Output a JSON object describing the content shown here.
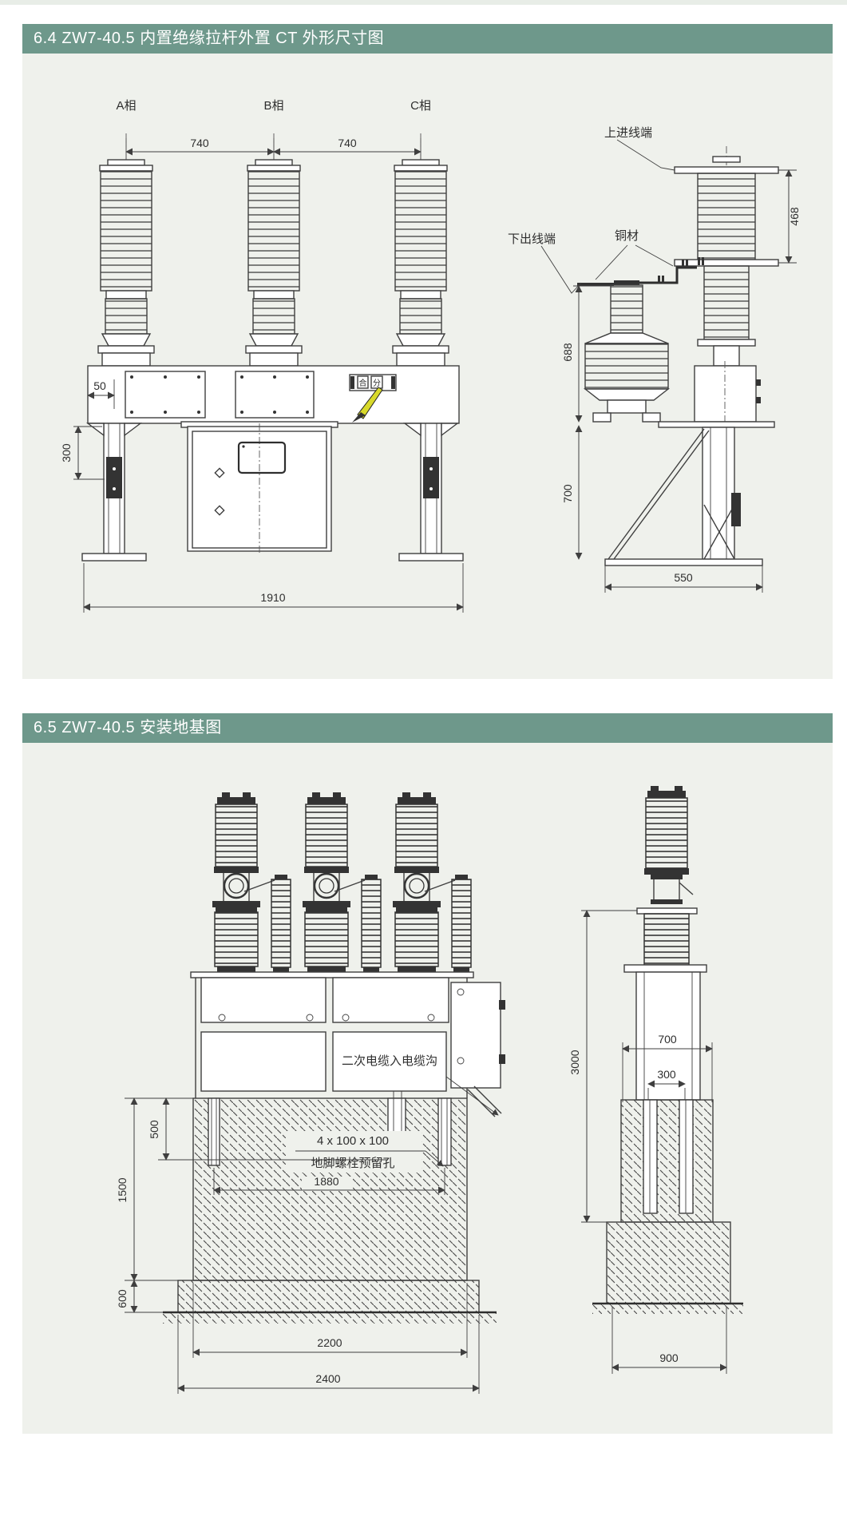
{
  "page": {
    "sections": [
      {
        "title": "6.4 ZW7-40.5 内置绝缘拉杆外置 CT 外形尺寸图"
      },
      {
        "title": "6.5 ZW7-40.5 安装地基图"
      }
    ]
  },
  "colors": {
    "header_bg": "#6e988b",
    "panel_bg": "#eff1ec",
    "line": "#3f3f3f",
    "lever_yellow": "#d8d92b"
  },
  "d1": {
    "phases": {
      "a": "A相",
      "b": "B相",
      "c": "C相"
    },
    "dims": {
      "s1": "740",
      "s2": "740",
      "off": "50",
      "leg": "300",
      "total": "1910",
      "upper": "468",
      "ct": "688",
      "frame": "700",
      "base": "550"
    },
    "labels": {
      "top_terminal": "上进线端",
      "bottom_terminal": "下出线端",
      "copper": "铜材",
      "close": "合",
      "open": "分"
    }
  },
  "d2": {
    "dims": {
      "trench": "500",
      "pit": "1500",
      "foot": "600",
      "bolts": "1880",
      "pit_w": "2200",
      "foot_w": "2400",
      "h": "3000",
      "pocket": "700",
      "slot": "300",
      "side_foot": "900"
    },
    "labels": {
      "trench": "二次电缆入电缆沟",
      "bolt_size": "4 x 100 x 100",
      "bolt_holes": "地脚螺栓预留孔"
    }
  }
}
